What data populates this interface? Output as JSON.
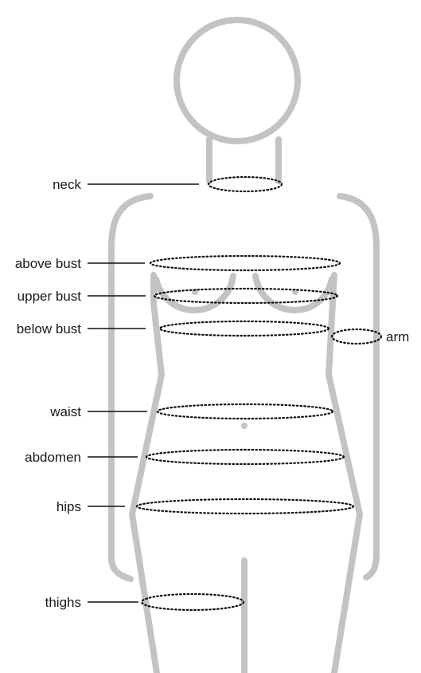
{
  "colors": {
    "body": "#c3c3c6",
    "ink": "#111111",
    "text": "#1a1a1a"
  },
  "labels": {
    "neck": "neck",
    "above_bust": "above bust",
    "upper_bust": "upper bust",
    "below_bust": "below bust",
    "arm": "arm",
    "waist": "waist",
    "abdomen": "abdomen",
    "hips": "hips",
    "thighs": "thighs"
  }
}
